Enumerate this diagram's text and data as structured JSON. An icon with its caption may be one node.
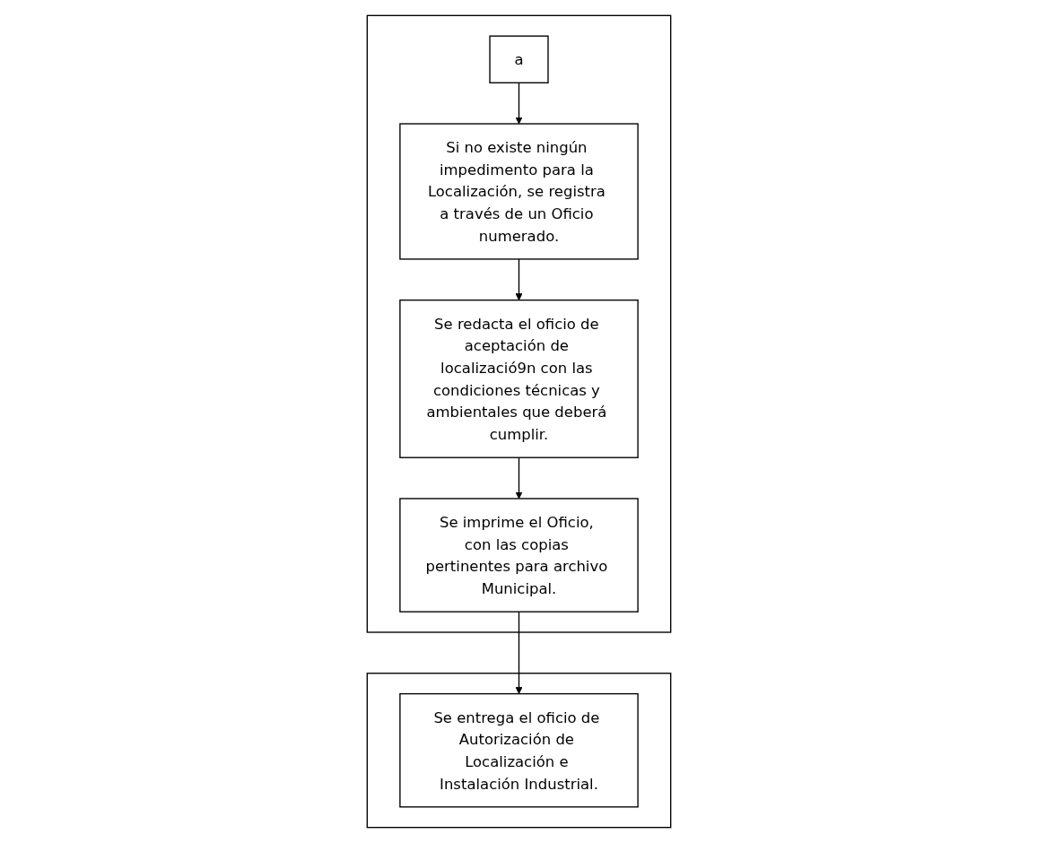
{
  "diagram": {
    "nodes": [
      {
        "text": [],
        "shape": "band"
      },
      {
        "text": [],
        "shape": "band"
      },
      {
        "text": [
          "a"
        ],
        "in": 1
      },
      {
        "text": [
          "Si no existe ningún impedimento para la Localización, se registra a través de un Oficio numerado."
        ],
        "in": 1
      },
      {
        "text": [
          "Se redacta el oficio de aceptación de localizació9n con las condiciones técnicas y ambientales que deberá cumplir."
        ],
        "in": 1
      },
      {
        "text": [
          "Se imprime el Oficio, con las copias pertinentes para archivo Municipal."
        ],
        "in": 1
      },
      {
        "text": [
          "Se entrega el oficio de Autorización de Localización e Instalación Industrial."
        ],
        "in": 0
      }
    ],
    "edges": [
      {
        "from": 2,
        "to": 3,
        "arrow": "to"
      },
      {
        "from": 3,
        "to": 4,
        "arrow": "to"
      },
      {
        "from": 4,
        "to": 5,
        "arrow": "to"
      },
      {
        "from": 5,
        "to": 6,
        "arrow": "to"
      }
    ]
  }
}
